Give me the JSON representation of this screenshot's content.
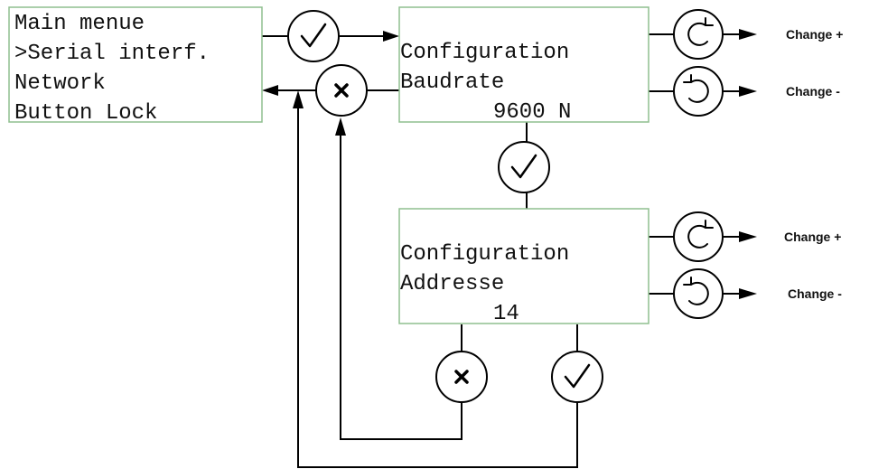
{
  "main_menu": {
    "lines": [
      "Main menue",
      ">Serial interf.",
      "Network",
      "Button Lock"
    ]
  },
  "baudrate_screen": {
    "line1": "Configuration",
    "line2": "Baudrate",
    "value": "9600 N"
  },
  "address_screen": {
    "line1": "Configuration",
    "line2": "Addresse",
    "value": "14"
  },
  "labels": {
    "baud_up": "Change +",
    "baud_down": "Change -",
    "addr_up": "Change +",
    "addr_down": "Change -"
  },
  "icons": {
    "confirm": "check-icon",
    "cancel": "cross-icon",
    "rotate_up": "rotate-clockwise-icon",
    "rotate_down": "rotate-counterclockwise-icon"
  },
  "colors": {
    "lcd_border": "#8fbf8f",
    "line": "#000000"
  }
}
